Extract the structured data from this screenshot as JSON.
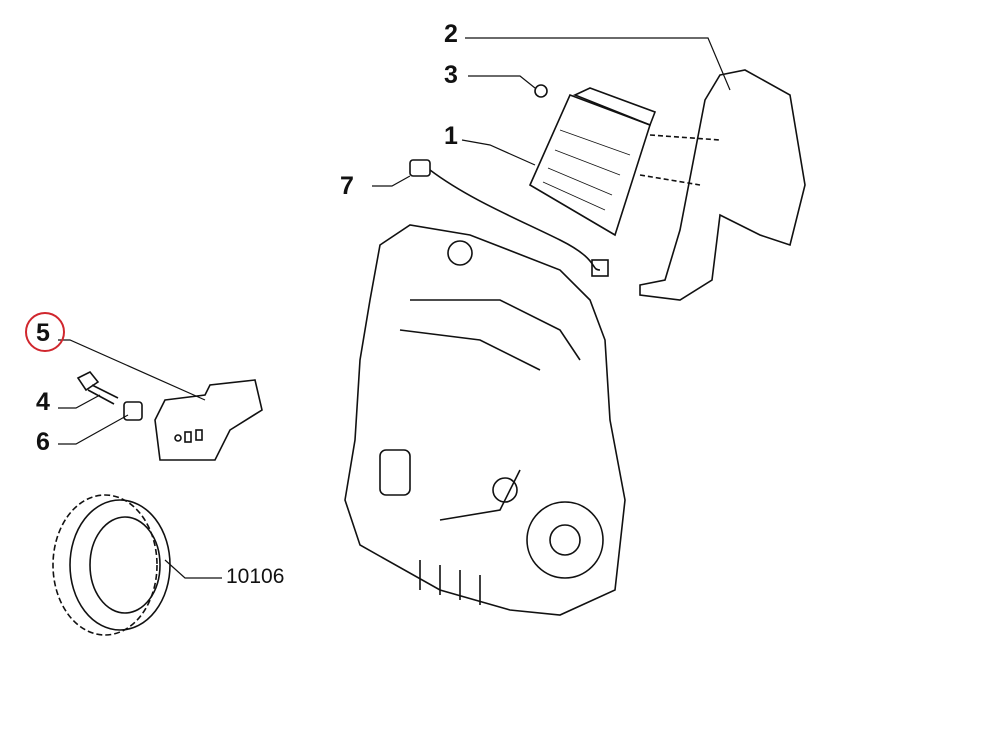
{
  "callouts": [
    {
      "id": "1",
      "text": "1"
    },
    {
      "id": "2",
      "text": "2"
    },
    {
      "id": "3",
      "text": "3"
    },
    {
      "id": "4",
      "text": "4"
    },
    {
      "id": "5",
      "text": "5"
    },
    {
      "id": "6",
      "text": "6"
    },
    {
      "id": "7",
      "text": "7"
    },
    {
      "id": "10106",
      "text": "10106"
    }
  ],
  "highlight_color": "#d0262d"
}
